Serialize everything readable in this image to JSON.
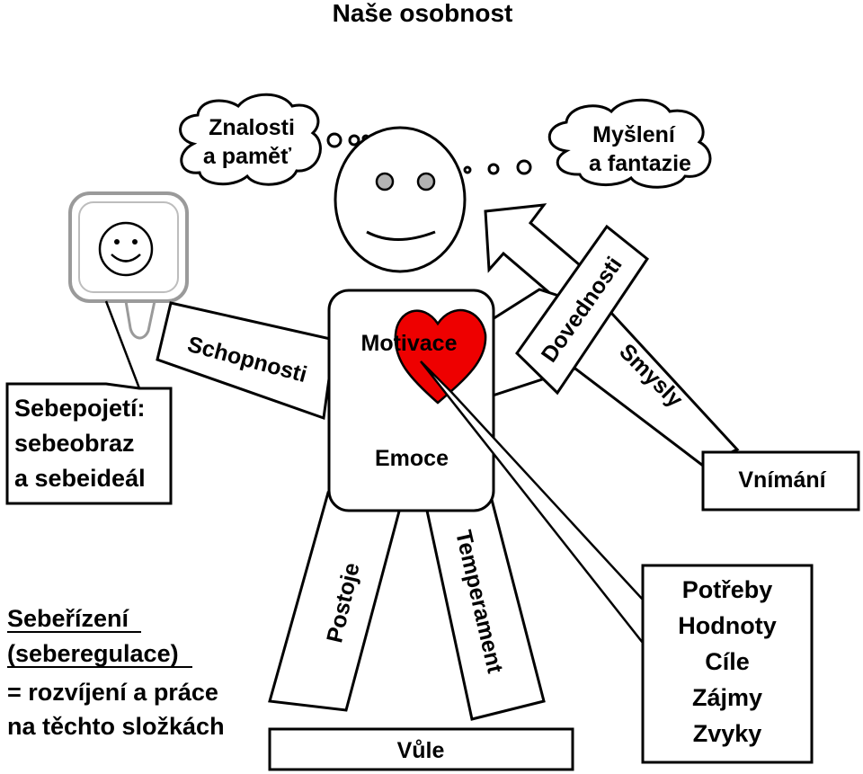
{
  "title": "Naše osobnost",
  "thought_left": [
    "Znalosti",
    "a paměť"
  ],
  "thought_right": [
    "Myšlení",
    "a fantazie"
  ],
  "arm_left": "Schopnosti",
  "arrow_label": "Dovednosti",
  "arm_right": "Smysly",
  "perception_box": "Vnímání",
  "heart_label": "Motivace",
  "torso_label": "Emoce",
  "leg_left": "Postoje",
  "leg_right": "Temperament",
  "base_box": "Vůle",
  "self_concept": [
    "Sebepojetí:",
    "sebeobraz",
    "a sebeideál"
  ],
  "motivation_items": [
    "Potřeby",
    "Hodnoty",
    "Cíle",
    "Zájmy",
    "Zvyky"
  ],
  "self_regulation": [
    "Sebeřízení",
    "(seberegulace)",
    "= rozvíjení a práce",
    "na těchto složkách"
  ],
  "colors": {
    "heart": "#ee0000",
    "eyes": "#b3b3b3",
    "mirror_frame": "#9a9a9a"
  }
}
